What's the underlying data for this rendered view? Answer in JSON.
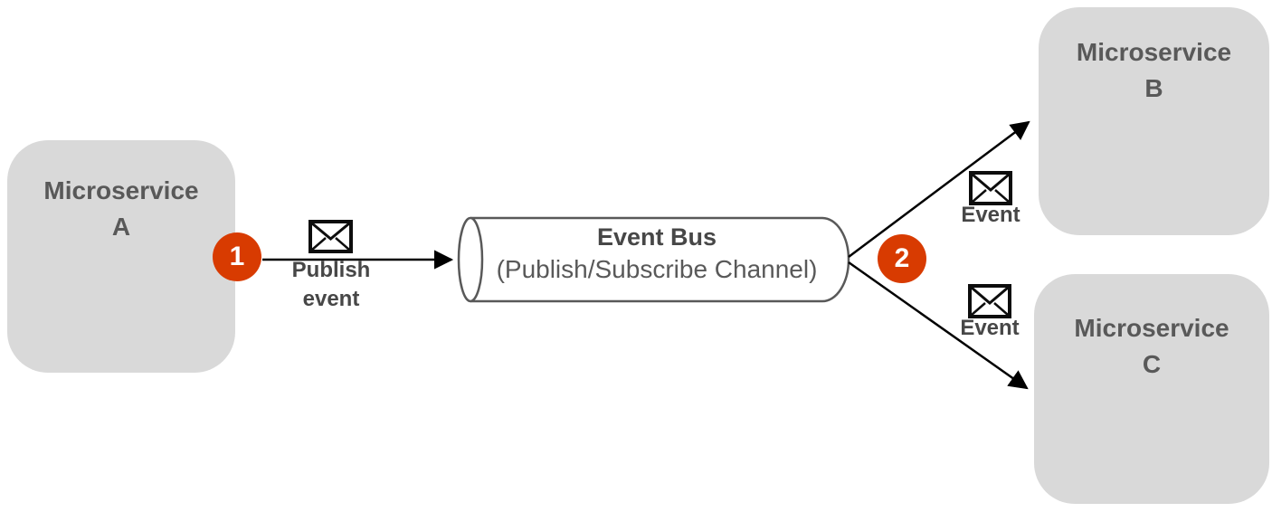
{
  "diagram": {
    "background": "#ffffff",
    "colors": {
      "node_fill": "#d9d9d9",
      "node_text": "#595959",
      "badge_fill": "#d83b01",
      "badge_text": "#ffffff",
      "edge": "#000000",
      "bus_border": "#595959",
      "bus_title": "#474747",
      "bus_subtitle": "#595959",
      "edge_label": "#474747"
    },
    "nodes": [
      {
        "id": "microservice-a",
        "line1": "Microservice",
        "line2": "A"
      },
      {
        "id": "microservice-b",
        "line1": "Microservice",
        "line2": "B"
      },
      {
        "id": "microservice-c",
        "line1": "Microservice",
        "line2": "C"
      }
    ],
    "bus": {
      "title": "Event Bus",
      "subtitle": "(Publish/Subscribe Channel)"
    },
    "badges": [
      {
        "number": "1"
      },
      {
        "number": "2"
      }
    ],
    "edge_labels": {
      "publish_line1": "Publish",
      "publish_line2": "event",
      "event_top": "Event",
      "event_bottom": "Event"
    },
    "icons": {
      "publish_envelope": "envelope-icon",
      "event_top_envelope": "envelope-icon",
      "event_bottom_envelope": "envelope-icon"
    }
  }
}
